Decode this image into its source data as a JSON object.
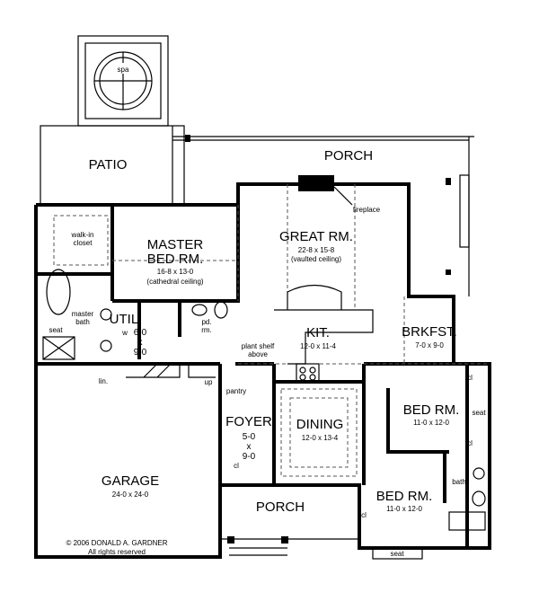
{
  "rooms": {
    "spa": "spa",
    "patio": "PATIO",
    "porch_rear": "PORCH",
    "fireplace": "fireplace",
    "walk_in_closet_1": "walk-in",
    "walk_in_closet_2": "closet",
    "master_1": "MASTER",
    "master_2": "BED RM.",
    "master_dim": "16-8 x 13-0",
    "master_note": "(cathedral ceiling)",
    "great_rm": "GREAT RM.",
    "great_dim": "22-8 x 15-8",
    "great_note": "(vaulted ceiling)",
    "master_bath_1": "master",
    "master_bath_2": "bath",
    "seat_master": "seat",
    "util": "UTIL.",
    "util_w": "w",
    "util_dim_1": "6-0",
    "util_dim_x": "x",
    "util_dim_2": "9-0",
    "pd_rm_1": "pd.",
    "pd_rm_2": "rm.",
    "kit": "KIT.",
    "kit_dim": "12-0 x 11-4",
    "brkfst": "BRKFST.",
    "brkfst_dim": "7-0 x 9-0",
    "plant_shelf_1": "plant shelf",
    "plant_shelf_2": "above",
    "lin": "lin.",
    "up": "up",
    "pantry": "pantry",
    "foyer": "FOYER",
    "foyer_dim_1": "5-0",
    "foyer_dim_x": "x",
    "foyer_dim_2": "9-0",
    "cl_foyer": "cl",
    "dining": "DINING",
    "dining_dim": "12-0 x 13-4",
    "bed1": "BED RM.",
    "bed1_dim": "11-0 x 12-0",
    "cl_1": "cl",
    "cl_2": "cl",
    "seat_bed1": "seat",
    "bath": "bath",
    "bed2": "BED RM.",
    "bed2_dim": "11-0 x 12-0",
    "cl_bed2": "cl",
    "seat_bed2": "seat",
    "garage": "GARAGE",
    "garage_dim": "24-0 x 24-0",
    "porch_front": "PORCH"
  },
  "copyright_1": "© 2006 DONALD A. GARDNER",
  "copyright_2": "All rights reserved"
}
